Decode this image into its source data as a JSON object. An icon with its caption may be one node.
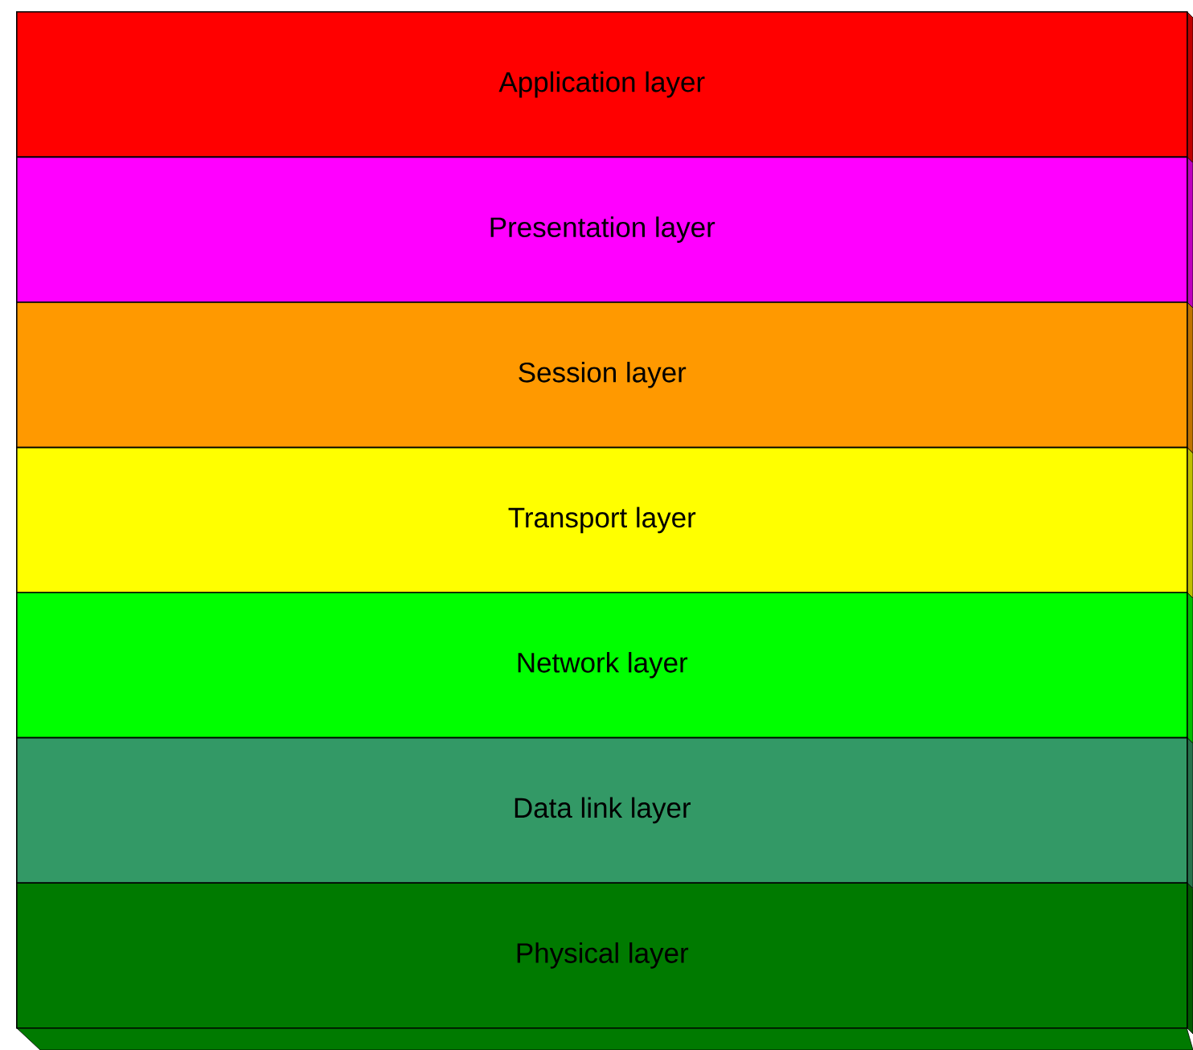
{
  "diagram": {
    "nodes": [
      {
        "text": [
          "Application layer"
        ]
      },
      {
        "text": [
          "Presentation layer"
        ]
      },
      {
        "text": [
          "Session layer"
        ]
      },
      {
        "text": [
          "Transport layer"
        ]
      },
      {
        "text": [
          "Network layer"
        ]
      },
      {
        "text": [
          "Data link layer"
        ]
      },
      {
        "text": [
          "Physical layer"
        ]
      }
    ]
  }
}
